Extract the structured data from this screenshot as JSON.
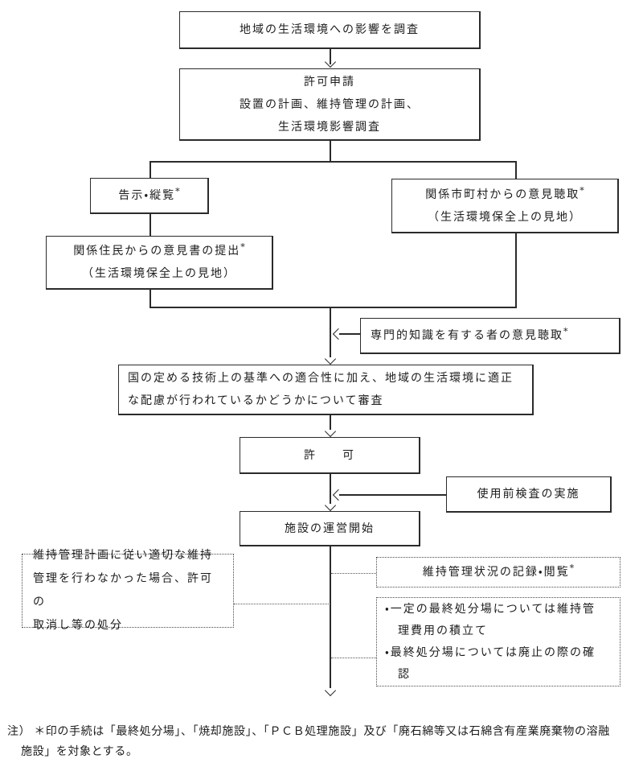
{
  "boxes": {
    "survey": {
      "lines": [
        "地域の生活環境への影響を調査"
      ]
    },
    "application": {
      "lines": [
        "許可申請",
        "設置の計画、維持管理の計画、",
        "生活環境影響調査"
      ]
    },
    "notice": {
      "main": "告示・縦覧",
      "asterisk": "*"
    },
    "municipalities": {
      "main": "関係市町村からの意見聴取",
      "asterisk": "*",
      "sub": "（生活環境保全上の見地）"
    },
    "residents": {
      "main": "関係住民からの意見書の提出",
      "asterisk": "*",
      "sub": "（生活環境保全上の見地）"
    },
    "experts": {
      "main": "専門的知識を有する者の意見聴取",
      "asterisk": "*"
    },
    "review": {
      "lines": [
        "国の定める技術上の基準への適合性に加え、地域の生活環境に適正",
        "な配慮が行われているかどうかについて審査"
      ]
    },
    "permit": {
      "label": "許　　可"
    },
    "inspection": {
      "label": "使用前検査の実施"
    },
    "operation": {
      "label": "施設の運営開始"
    },
    "revocation": {
      "lines": [
        "維持管理計画に従い適切な維持",
        "管理を行わなかった場合、許可の",
        "取消し等の処分"
      ]
    },
    "records": {
      "main": "維持管理状況の記録・閲覧",
      "asterisk": "*"
    },
    "obligations": {
      "lines": [
        "・一定の最終処分場については維持管",
        "　理費用の積立て",
        "・最終処分場については廃止の際の確",
        "　認"
      ]
    }
  },
  "note": {
    "label": "注）",
    "line1": "＊印の手続は「最終処分場」、「焼却施設」、「ＰＣＢ処理施設」及び「廃石綿等又は石綿含有産業廃棄物の溶融",
    "line2": "施設」を対象とする。"
  },
  "colors": {
    "line": "#2b2b2b",
    "text": "#1c1c1c",
    "background": "#ffffff"
  }
}
